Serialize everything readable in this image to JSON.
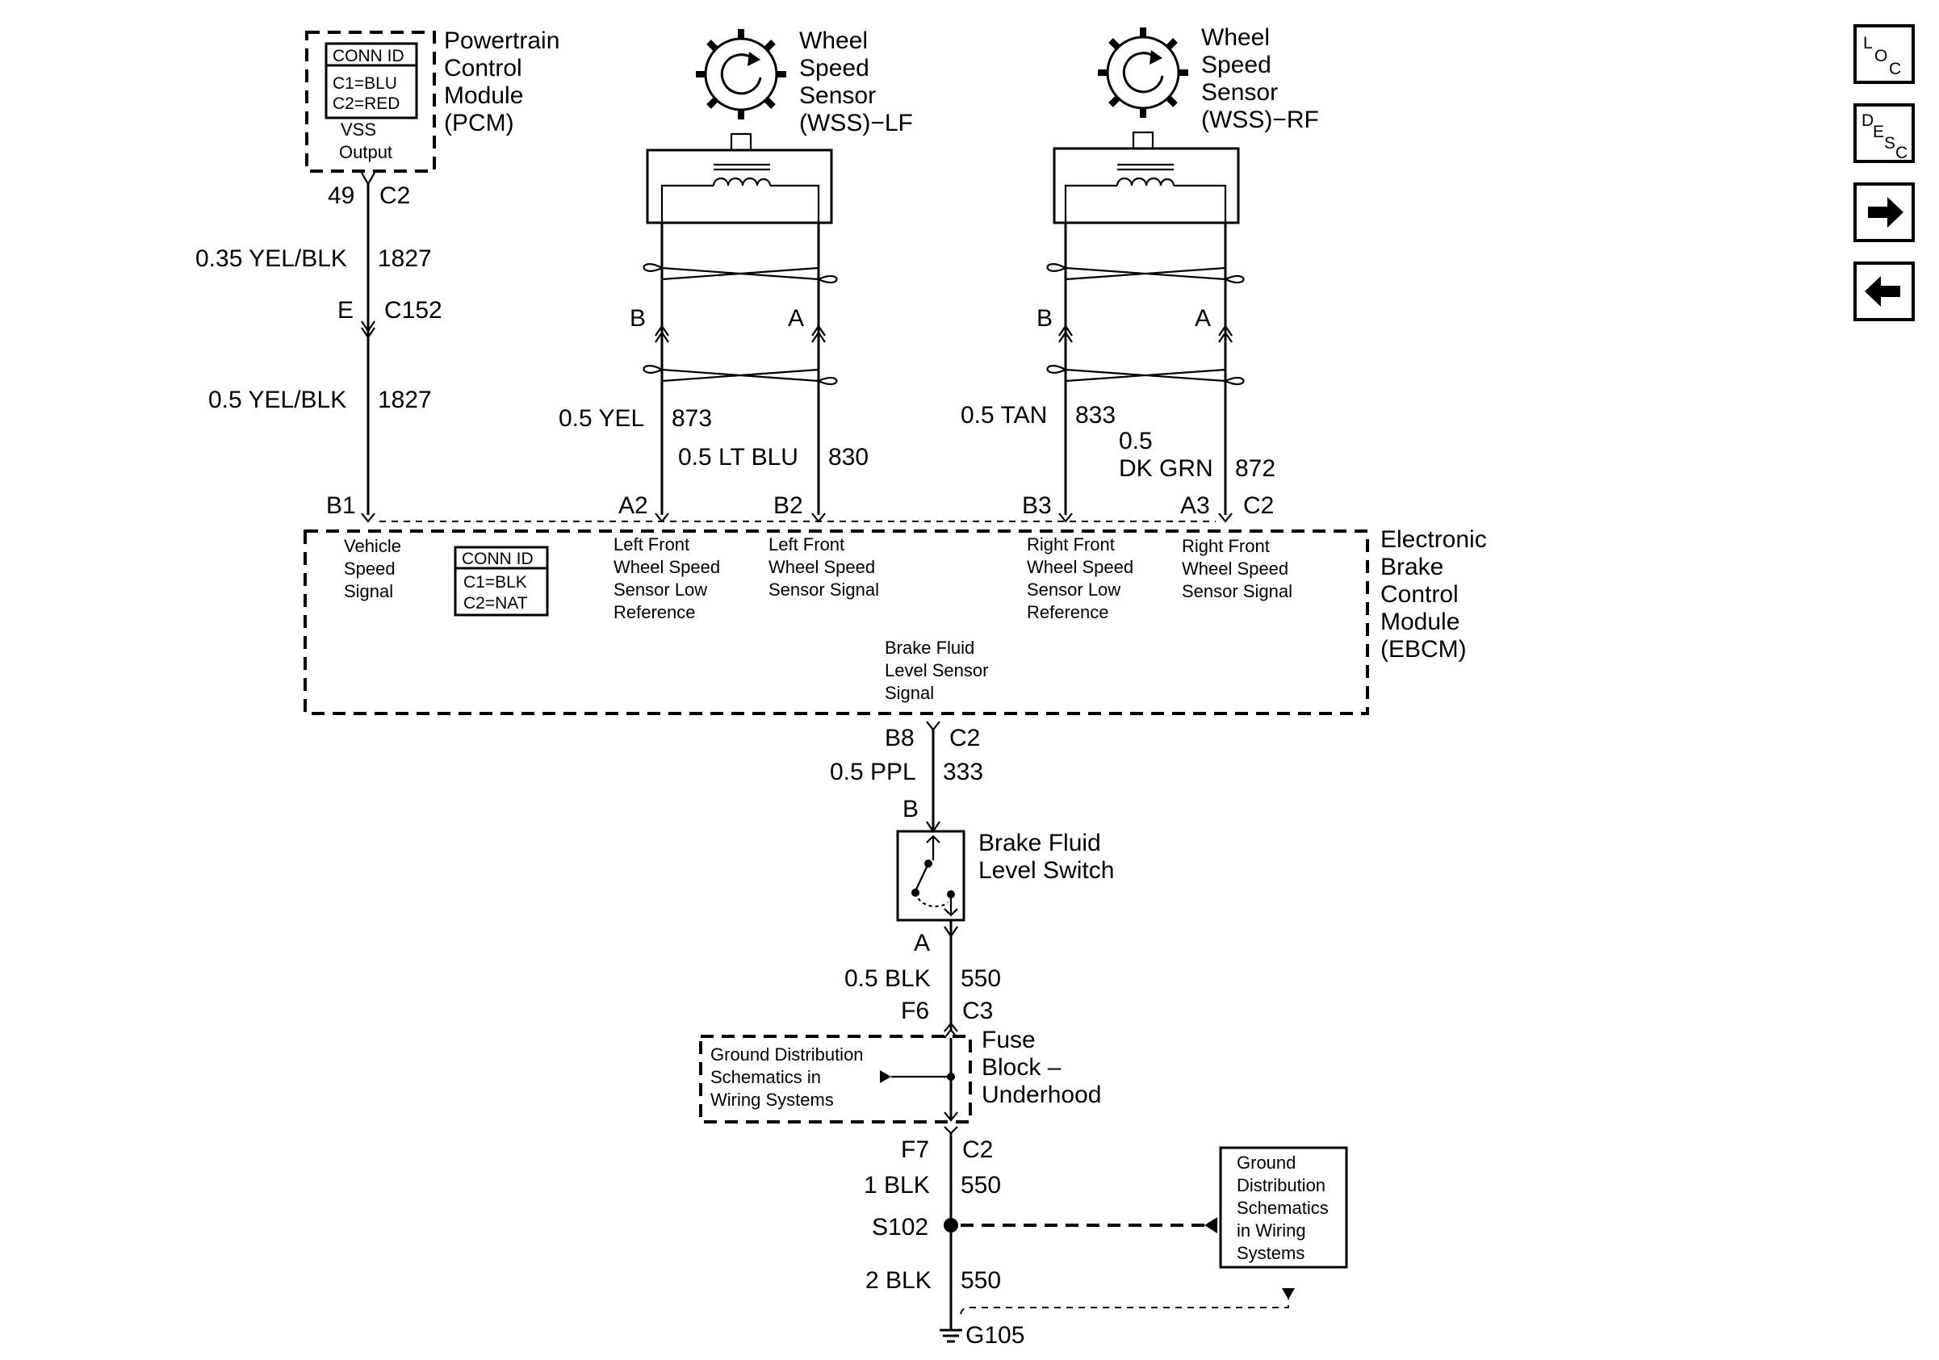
{
  "pcm": {
    "title": [
      "Powertrain",
      "Control",
      "Module",
      "(PCM)"
    ],
    "conn_id": [
      "CONN ID",
      "C1=BLU",
      "C2=RED"
    ],
    "pin_label": [
      "VSS",
      "Output"
    ],
    "pin": "49",
    "connector": "C2"
  },
  "wss_lf": {
    "title": [
      "Wheel",
      "Speed",
      "Sensor",
      "(WSS)−LF"
    ],
    "pin_b": "B",
    "pin_a": "A"
  },
  "wss_rf": {
    "title": [
      "Wheel",
      "Speed",
      "Sensor",
      "(WSS)−RF"
    ],
    "pin_b": "B",
    "pin_a": "A"
  },
  "wires": {
    "pcm_upper": {
      "gauge_color": "0.35 YEL/BLK",
      "circuit": "1827"
    },
    "inline_c152": {
      "pin": "E",
      "connector": "C152"
    },
    "pcm_lower": {
      "gauge_color": "0.5 YEL/BLK",
      "circuit": "1827"
    },
    "lf_b": {
      "gauge_color": "0.5 YEL",
      "circuit": "873"
    },
    "lf_a": {
      "gauge_color": "0.5 LT BLU",
      "circuit": "830"
    },
    "rf_b": {
      "gauge_color": "0.5 TAN",
      "circuit": "833"
    },
    "rf_a": {
      "gauge_color": [
        "0.5",
        "DK GRN"
      ],
      "circuit": "872"
    },
    "ebcm_switch": {
      "gauge_color": "0.5 PPL",
      "circuit": "333"
    },
    "switch_fuse": {
      "gauge_color": "0.5 BLK",
      "circuit": "550"
    },
    "fuse_splice": {
      "gauge_color": "1 BLK",
      "circuit": "550"
    },
    "splice_ground": {
      "gauge_color": "2 BLK",
      "circuit": "550"
    }
  },
  "ebcm": {
    "title": [
      "Electronic",
      "Brake",
      "Control",
      "Module",
      "(EBCM)"
    ],
    "conn_id": [
      "CONN ID",
      "C1=BLK",
      "C2=NAT"
    ],
    "pins": {
      "b1": "B1",
      "a2": "A2",
      "b2": "B2",
      "b3": "B3",
      "a3": "A3",
      "a3_conn": "C2",
      "b8": "B8",
      "b8_conn": "C2"
    },
    "labels": {
      "vss": [
        "Vehicle",
        "Speed",
        "Signal"
      ],
      "lf_low": [
        "Left Front",
        "Wheel Speed",
        "Sensor Low",
        "Reference"
      ],
      "lf_sig": [
        "Left Front",
        "Wheel Speed",
        "Sensor Signal"
      ],
      "rf_low": [
        "Right Front",
        "Wheel Speed",
        "Sensor Low",
        "Reference"
      ],
      "rf_sig": [
        "Right Front",
        "Wheel Speed",
        "Sensor Signal"
      ],
      "bfl": [
        "Brake Fluid",
        "Level Sensor",
        "Signal"
      ]
    }
  },
  "switch": {
    "title": [
      "Brake Fluid",
      "Level Switch"
    ],
    "pin_b": "B",
    "pin_a": "A"
  },
  "fuse_block": {
    "title": [
      "Fuse",
      "Block –",
      "Underhood"
    ],
    "in_pin": "F6",
    "in_conn": "C3",
    "out_pin": "F7",
    "out_conn": "C2",
    "ref": [
      "Ground Distribution",
      "Schematics in",
      "Wiring Systems"
    ]
  },
  "splice": {
    "id": "S102"
  },
  "ground_ref": [
    "Ground",
    "Distribution",
    "Schematics",
    "in Wiring",
    "Systems"
  ],
  "ground": {
    "id": "G105"
  },
  "nav": {
    "loc": [
      "L",
      "O",
      "C"
    ],
    "desc": [
      "D",
      "E",
      "S",
      "C"
    ],
    "next_icon": "arrow-right-icon",
    "prev_icon": "arrow-left-icon"
  }
}
